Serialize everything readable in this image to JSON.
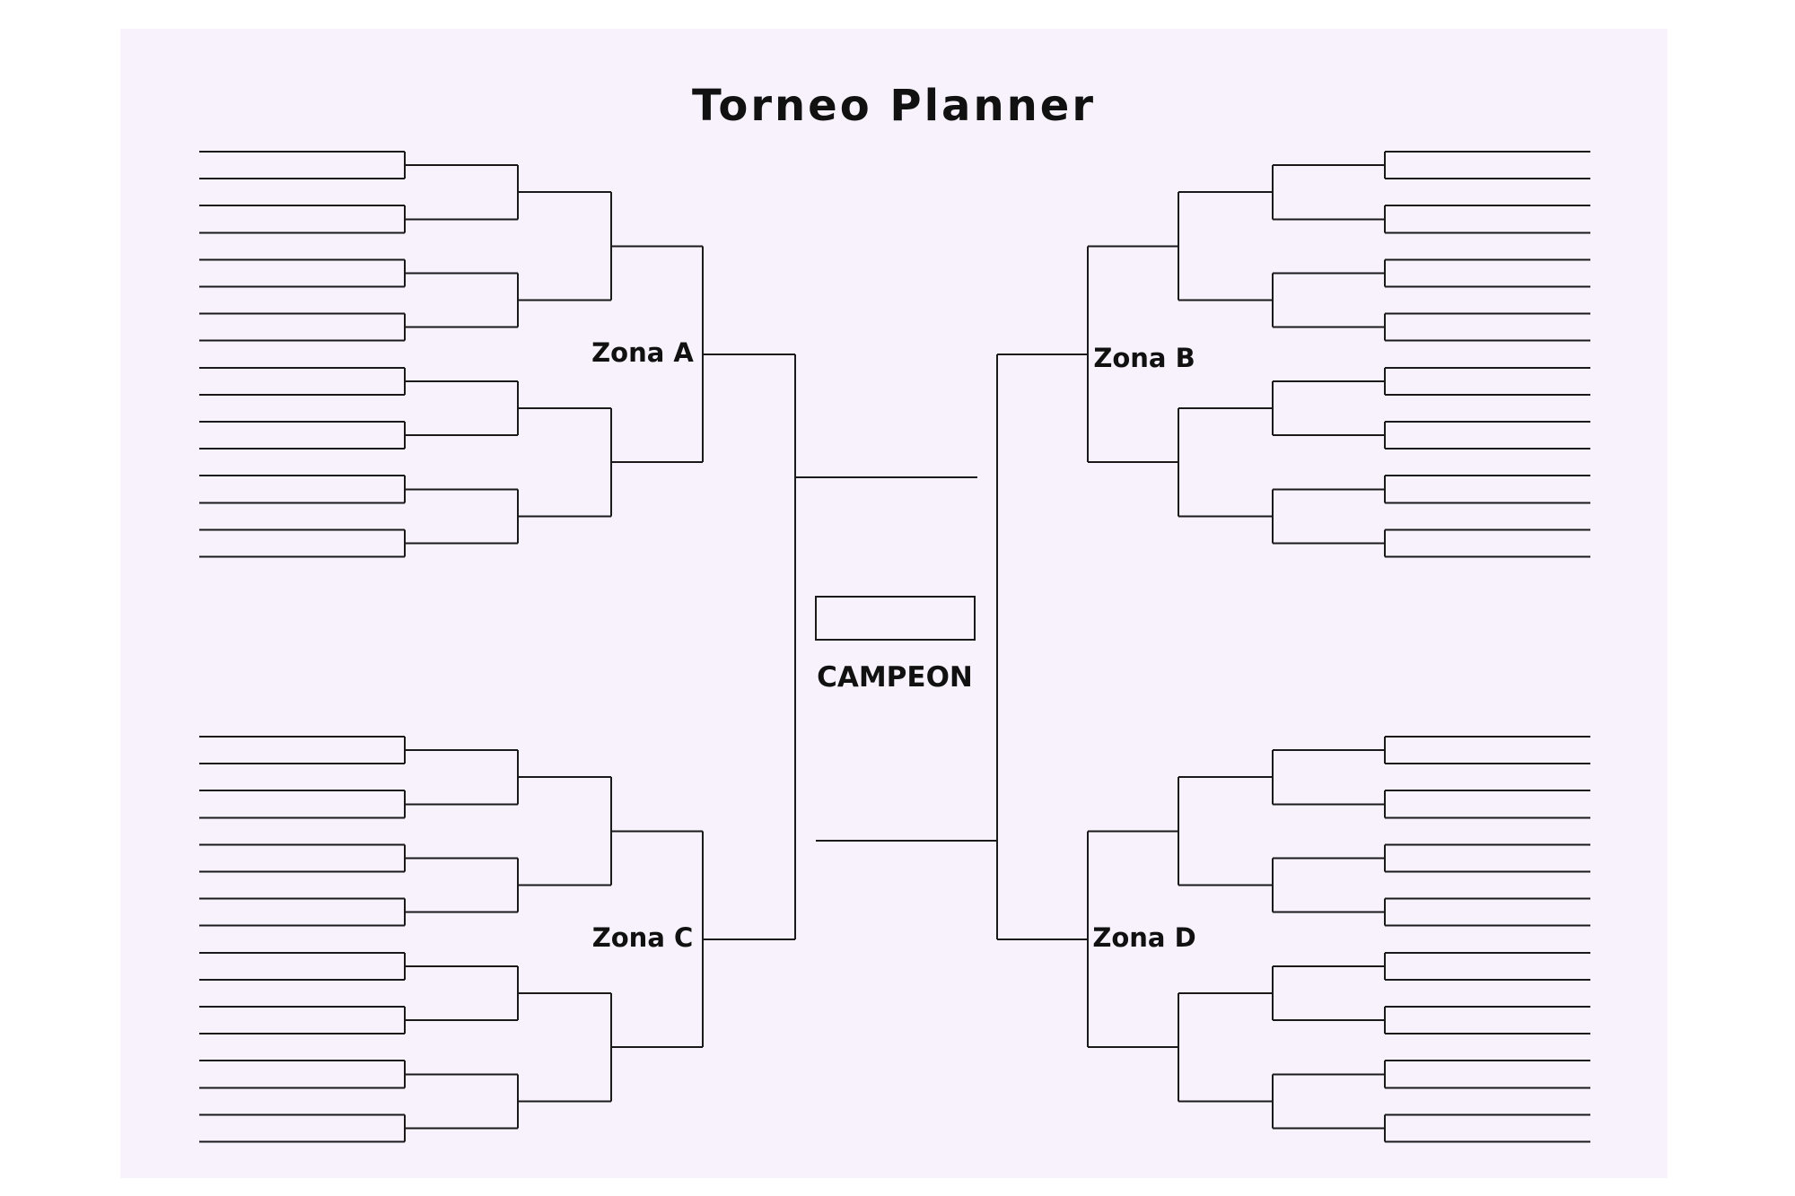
{
  "title": "Torneo Planner",
  "zones": [
    {
      "label": "Zona A"
    },
    {
      "label": "Zona B"
    },
    {
      "label": "Zona C"
    },
    {
      "label": "Zona D"
    }
  ],
  "champion": {
    "label": "CAMPEON",
    "name": ""
  },
  "bracket": {
    "teams_per_zone": 16,
    "rounds_per_zone": 4
  },
  "colors": {
    "background": "#f7f2fb",
    "lines": "#1a1a1a"
  }
}
